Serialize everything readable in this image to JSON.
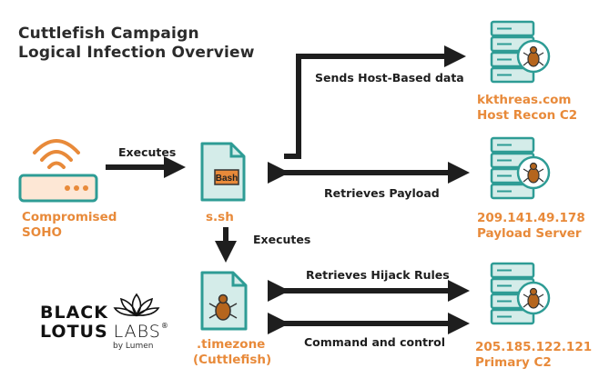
{
  "title": {
    "line1": "Cuttlefish Campaign",
    "line2": "Logical Infection Overview"
  },
  "nodes": {
    "soho": {
      "line1": "Compromised",
      "line2": "SOHO"
    },
    "script": {
      "name": "s.sh",
      "badge": "Bash"
    },
    "timezone": {
      "line1": ".timezone",
      "line2": "(Cuttlefish)"
    },
    "recon": {
      "line1": "kkthreas.com",
      "line2": "Host Recon C2"
    },
    "payload": {
      "line1": "209.141.49.178",
      "line2": "Payload Server"
    },
    "primary": {
      "line1": "205.185.122.121",
      "line2": "Primary C2"
    }
  },
  "edges": {
    "executes_1": "Executes",
    "executes_2": "Executes",
    "sends": "Sends Host-Based data",
    "retrieves_payload": "Retrieves Payload",
    "retrieves_hijack": "Retrieves Hijack Rules",
    "command": "Command and control"
  },
  "logo": {
    "word1": "BLACK",
    "word2": "LOTUS",
    "word3": "LABS",
    "reg": "®",
    "byline": "by Lumen"
  },
  "colors": {
    "accent": "#e88a3a",
    "teal": "#2e9c95",
    "teal_light": "#d4ece9",
    "dark": "#1e1e1e",
    "bug": "#b5651d"
  }
}
